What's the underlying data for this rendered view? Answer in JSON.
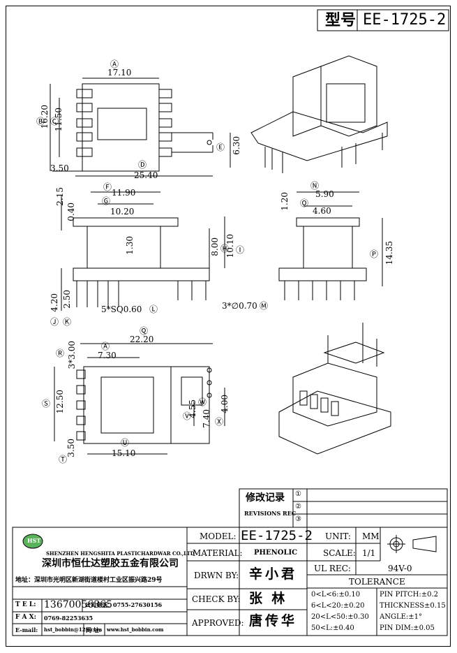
{
  "title": {
    "type_label": "型号",
    "model": "EE-1725-2"
  },
  "dims": {
    "A": "17.10",
    "B": "16.20",
    "C": "11.50",
    "D": "25.40",
    "E": "6.30",
    "left_offset": "3.50",
    "F": "11.90",
    "G": "10.20",
    "H_a": "2.15",
    "H_b": "0.40",
    "mid_height": "1.30",
    "H": "8.00",
    "I": "10.10",
    "J": "4.20",
    "K": "2.50",
    "L": "5*SQ0.60",
    "M": "3*∅0.70",
    "N": "5.90",
    "O": "4.60",
    "N_h": "1.20",
    "P": "14.35",
    "Q": "22.20",
    "R": "3*3.00",
    "A2": "7.30",
    "S": "12.50",
    "T": "3.50",
    "U": "15.10",
    "V": "4.55",
    "W": "7.40",
    "X": "4.00"
  },
  "labels": {
    "A": "Ⓐ",
    "B": "Ⓑ",
    "C": "Ⓒ",
    "D": "Ⓓ",
    "E": "Ⓔ",
    "F": "Ⓕ",
    "G": "Ⓖ",
    "H": "Ⓗ",
    "I": "Ⓘ",
    "J": "Ⓙ",
    "K": "Ⓚ",
    "L": "Ⓛ",
    "M": "Ⓜ",
    "N": "Ⓝ",
    "O": "Ⓞ",
    "P": "Ⓟ",
    "Q": "Ⓠ",
    "R": "Ⓡ",
    "S": "Ⓢ",
    "T": "Ⓣ",
    "U": "Ⓤ",
    "V": "Ⓥ",
    "W": "Ⓦ",
    "X": "Ⓧ"
  },
  "revisions": {
    "title_cn": "修改记录",
    "title_en": "REVISIONS REC",
    "marks": [
      "①",
      "②",
      "③"
    ]
  },
  "company": {
    "logo": "HST",
    "name_en": "SHENZHEN HENGSHITA PLASTICHARDWAR CO.,LTD",
    "name_cn": "深圳市恒仕达塑胶五金有限公司",
    "address": "地址：深圳市光明区新湖街道楼村工业区振兴路29号",
    "tel_label": "T E L:",
    "tel": "13670056365",
    "phone_label": "公司电话：0755-27630156",
    "fax_label": "F A X:",
    "fax": "0769-82253635",
    "email_label": "E-mail:",
    "email": "hst_bobbin@126.com",
    "web_label": "网 址:",
    "web": "www.hst_bobbin.com"
  },
  "table": {
    "model_label": "MODEL:",
    "model": "EE-1725-2",
    "material_label": "MATERIAL:",
    "material": "PHENOLIC",
    "drawn_label": "DRWN BY:",
    "drawn": "辛小君",
    "check_label": "CHECK BY:",
    "check": "张  林",
    "approved_label": "APPROVED:",
    "approved": "唐传华",
    "unit_label": "UNIT:",
    "unit": "MM",
    "scale_label": "SCALE:",
    "scale": "1/1",
    "ul_label": "UL REC:",
    "ul": "94V-0",
    "tolerance_label": "TOLERANCE",
    "tol_1": "0<L<6:±0.10",
    "tol_2": "6<L<20:±0.20",
    "tol_3": "20<L<50:±0.30",
    "tol_4": "50<L:±0.40",
    "tol_r1": "PIN PITCH:±0.2",
    "tol_r2": "THICKNESS±0.15",
    "tol_r3": "ANGLE:±1°",
    "tol_r4": "PIN DIM:±0.05"
  }
}
